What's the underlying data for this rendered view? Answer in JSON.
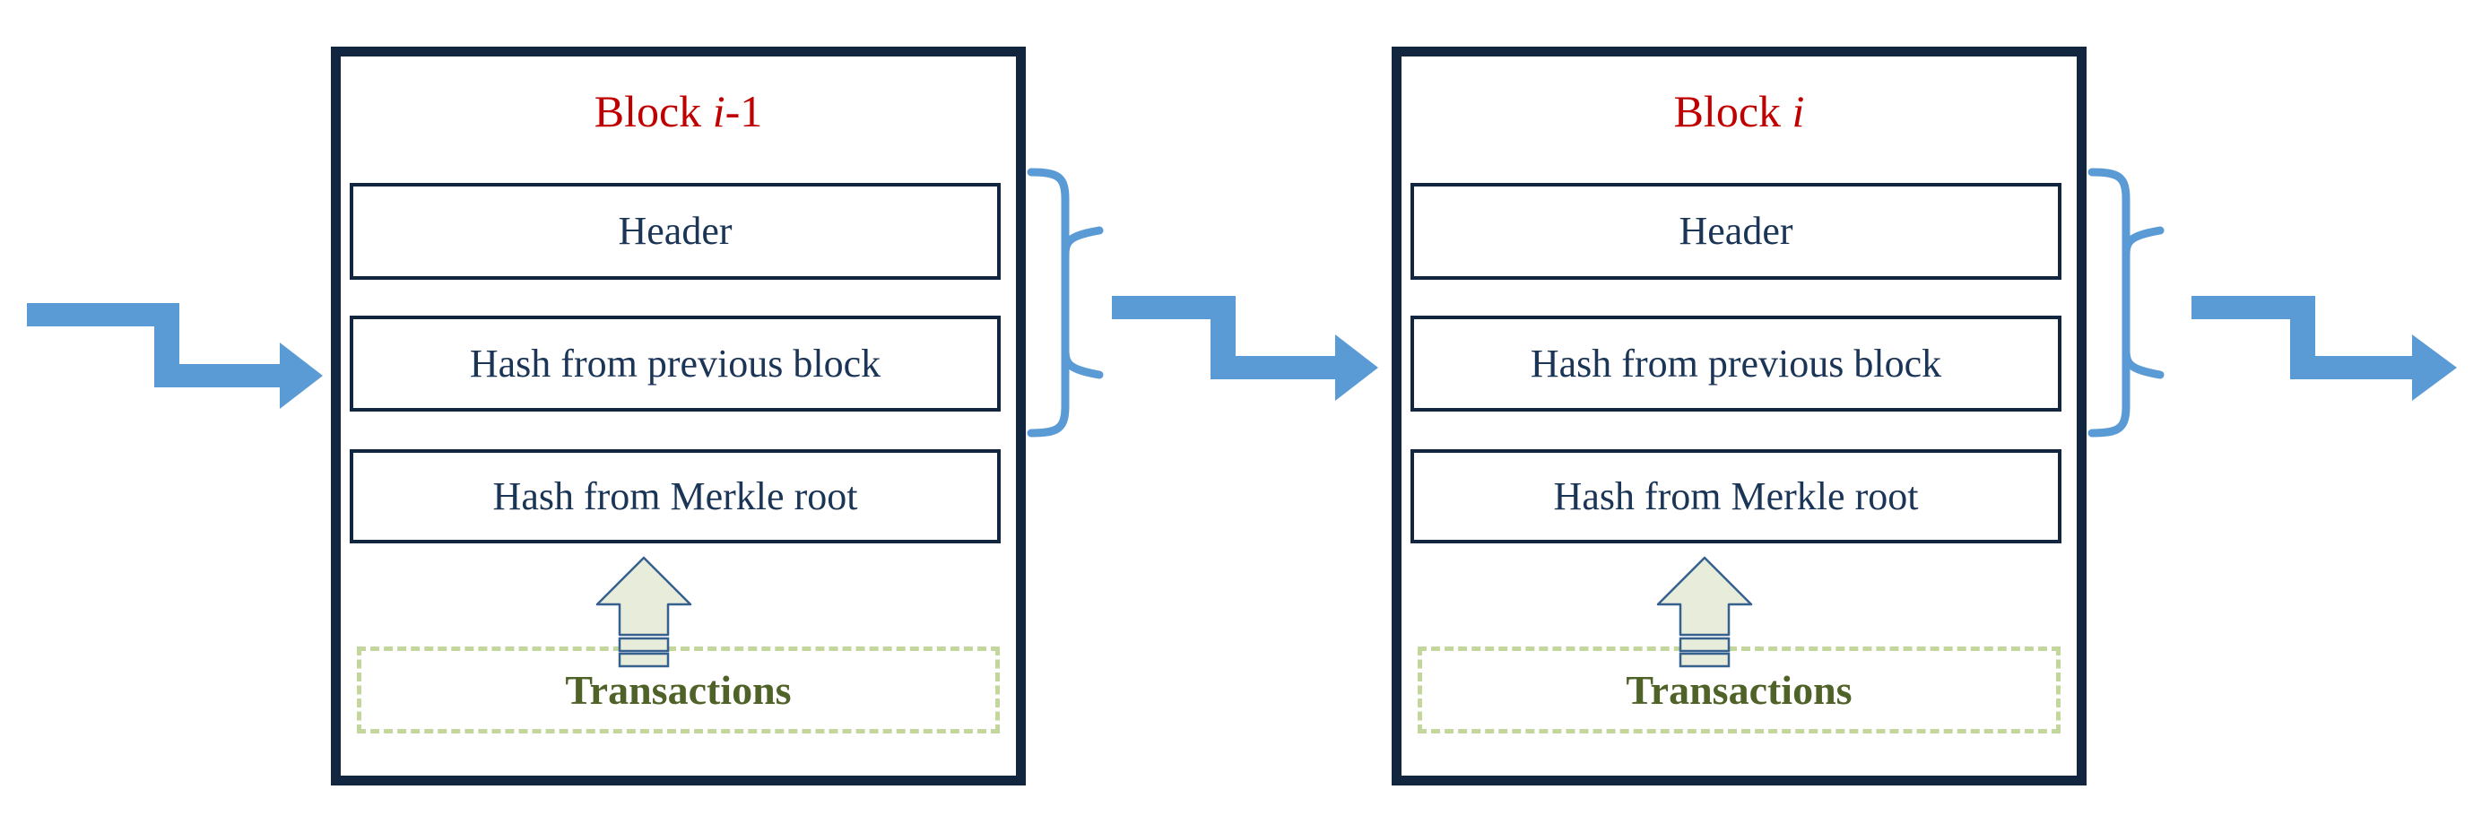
{
  "diagram": {
    "title_text_color": "#c00000",
    "block_border_color": "#12263f",
    "field_text_color": "#1b3557",
    "arrow_color": "#5b9bd5",
    "brace_color": "#5b9bd5",
    "transactions_border_color": "#c3d69b",
    "transactions_text_color": "#4f6228",
    "merkle_arrow_fill": "#e8ecda",
    "merkle_arrow_stroke": "#36618e",
    "background_color": "#ffffff"
  },
  "blocks": [
    {
      "title_prefix": "Block ",
      "title_index": "i",
      "title_suffix": "-1",
      "fields": [
        {
          "label": "Header"
        },
        {
          "label": "Hash from previous block"
        },
        {
          "label": "Hash from Merkle root"
        }
      ],
      "transactions": {
        "label": "Transactions"
      },
      "merkle_arrow": {
        "name": "upward-arrow-from-transactions"
      },
      "brace": {
        "name": "header-hash-brace"
      }
    },
    {
      "title_prefix": "Block ",
      "title_index": "i",
      "title_suffix": "",
      "fields": [
        {
          "label": "Header"
        },
        {
          "label": "Hash from previous block"
        },
        {
          "label": "Hash from Merkle root"
        }
      ],
      "transactions": {
        "label": "Transactions"
      },
      "merkle_arrow": {
        "name": "upward-arrow-from-transactions"
      },
      "brace": {
        "name": "header-hash-brace"
      }
    }
  ],
  "connectors": [
    {
      "name": "incoming-chain-arrow",
      "direction": "right"
    },
    {
      "name": "chain-arrow-block1-to-block2",
      "direction": "right"
    },
    {
      "name": "outgoing-chain-arrow",
      "direction": "right"
    }
  ]
}
